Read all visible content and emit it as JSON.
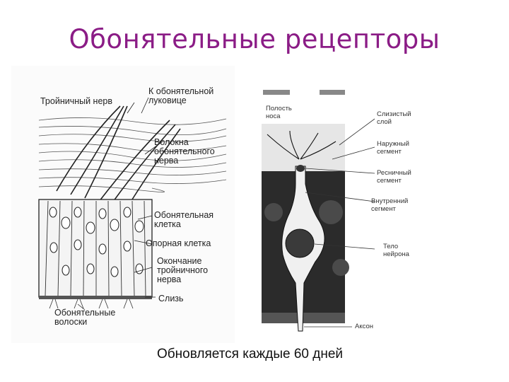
{
  "title": "Обонятельные рецепторы",
  "caption": "Обновляется каждые 60 дней",
  "left_diagram": {
    "labels": {
      "trigeminal": "Тройничный нерв",
      "to_bulb": "К обонятельной\nлуковице",
      "fibers": "Волокна\nобонятельного\nнерва",
      "olf_cell": "Обонятельная\nклетка",
      "support": "Опорная клетка",
      "ending": "Окончание\nтройничного\nнерва",
      "mucus": "Слизь",
      "hairs": "Обонятельные\nволоски"
    }
  },
  "right_diagram": {
    "labels": {
      "cavity": "Полость\nноса",
      "mucous_layer": "Слизистый\nслой",
      "outer_segment": "Наружный\nсегмент",
      "cilia_segment": "Ресничный\nсегмент",
      "inner_segment": "Внутренний\nсегмент",
      "neuron_body": "Тело\nнейрона",
      "axon": "Аксон"
    }
  }
}
